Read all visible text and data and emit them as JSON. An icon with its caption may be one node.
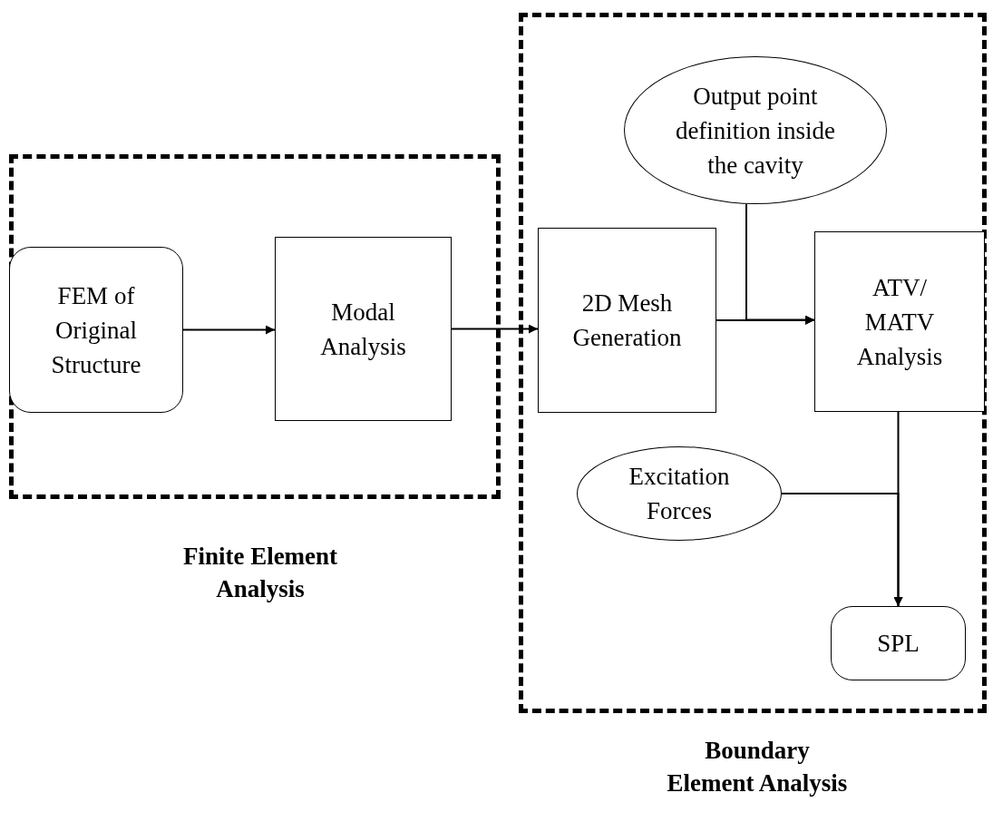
{
  "diagram": {
    "nodes": [
      {
        "text": [
          "Finite Element Analysis"
        ]
      },
      {
        "text": [
          "Boundary Element Analysis"
        ]
      },
      {
        "text": [
          "FEM of Original Structure"
        ],
        "in": 0
      },
      {
        "text": [
          "Modal Analysis"
        ],
        "in": 0
      },
      {
        "text": [
          "Output point definition inside the cavity"
        ],
        "in": 1
      },
      {
        "text": [
          "2D Mesh Generation"
        ],
        "in": 1
      },
      {
        "text": [
          "ATV/ MATV Analysis"
        ],
        "in": 1
      },
      {
        "text": [
          "Excitation Forces"
        ],
        "in": 1
      },
      {
        "text": [
          "SPL"
        ],
        "in": 1
      }
    ],
    "edges": [
      {
        "from": 2,
        "to": 3,
        "arrow": "to"
      },
      {
        "from": 3,
        "to": 5,
        "arrow": "to"
      },
      {
        "from": 5,
        "to": 6,
        "arrow": "to"
      },
      {
        "from": 4,
        "to": 6,
        "arrow": "to"
      },
      {
        "from": 6,
        "to": 8,
        "arrow": "to"
      },
      {
        "from": 7,
        "to": 8,
        "arrow": "to"
      }
    ]
  }
}
